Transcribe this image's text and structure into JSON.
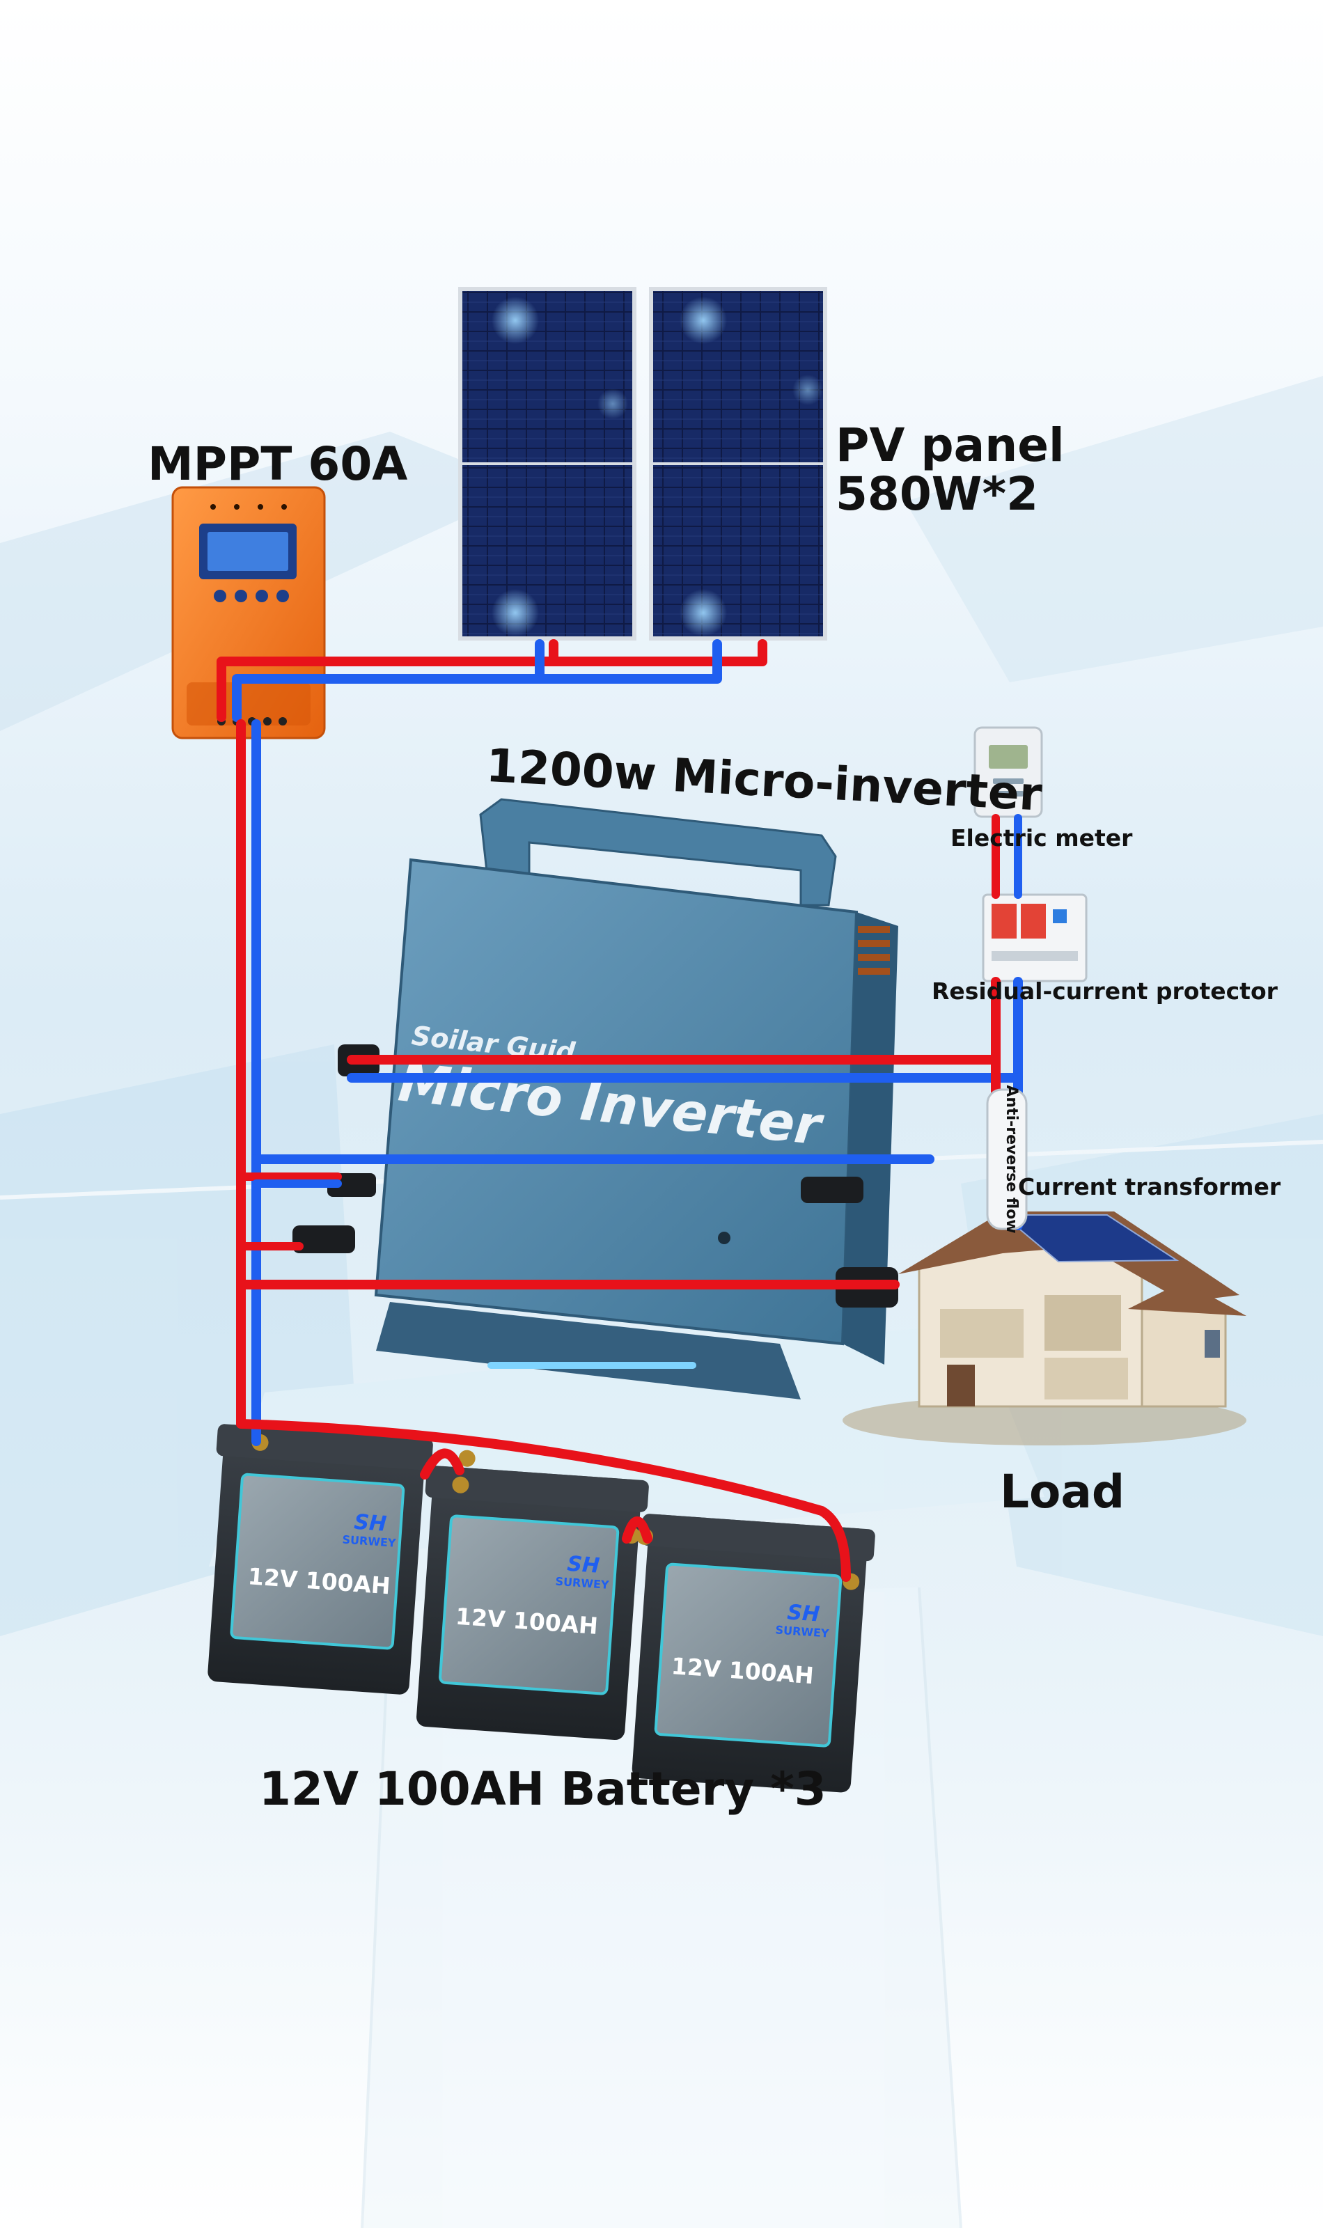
{
  "labels": {
    "mppt": "MPPT 60A",
    "pv_panel_line1": "PV panel",
    "pv_panel_line2": "580W*2",
    "micro_inverter": "1200w Micro-inverter",
    "electric_meter": "Electric meter",
    "residual_current_protector": "Residual-current protector",
    "anti_reverse_flow": "Anti-reverse flow",
    "current_transformer": "Current transformer",
    "load": "Load",
    "battery_bank": "12V 100AH Battery *3"
  },
  "inverter": {
    "brand": "Soilar Guid",
    "name": "Micro Inverter"
  },
  "battery": {
    "brand": "SURWEY",
    "brand_mark": "SH",
    "rating": "12V 100AH",
    "count": 3
  },
  "colors": {
    "wire_positive": "#e8121a",
    "wire_negative": "#1f5ff0",
    "controller_body": "#f47a22",
    "inverter_body": "#4f86a8",
    "battery_body": "#2e3238",
    "battery_label": "#7a8a94",
    "solar_cell": "#101c4a"
  }
}
